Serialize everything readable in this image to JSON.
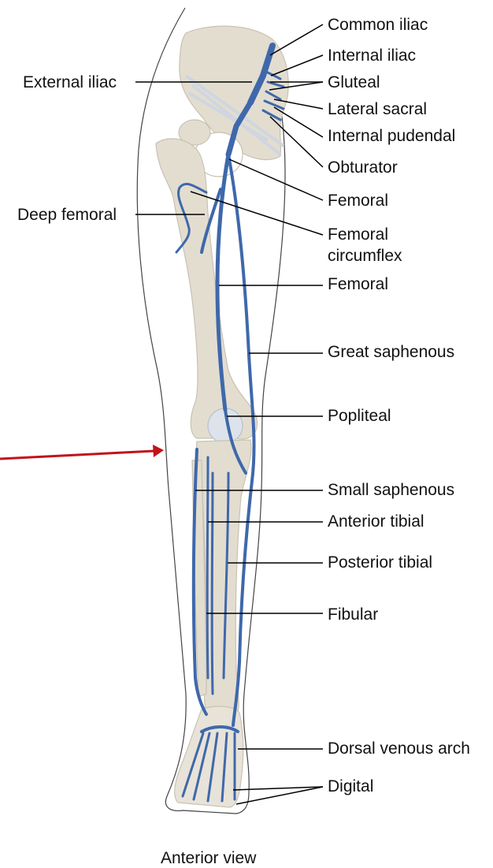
{
  "labels_right": {
    "common_iliac": "Common iliac",
    "internal_iliac": "Internal iliac",
    "gluteal": "Gluteal",
    "lateral_sacral": "Lateral sacral",
    "internal_pudendal": "Internal pudendal",
    "obturator": "Obturator",
    "femoral_upper": "Femoral",
    "femoral_circumflex": "Femoral\ncircumflex",
    "femoral_lower": "Femoral",
    "great_saphenous": "Great saphenous",
    "popliteal": "Popliteal",
    "small_saphenous": "Small saphenous",
    "anterior_tibial": "Anterior tibial",
    "posterior_tibial": "Posterior tibial",
    "fibular": "Fibular",
    "dorsal_venous_arch": "Dorsal venous arch",
    "digital": "Digital"
  },
  "labels_left": {
    "external_iliac": "External iliac",
    "deep_femoral": "Deep femoral"
  },
  "caption": "Anterior view",
  "colors": {
    "bone": "#e3ddd0",
    "bone_outline": "#c9c2b2",
    "vein": "#3f68ab",
    "vein_dark": "#27467e",
    "arrow": "#c0141b",
    "leader": "#000000",
    "skin_outline": "#444444"
  }
}
